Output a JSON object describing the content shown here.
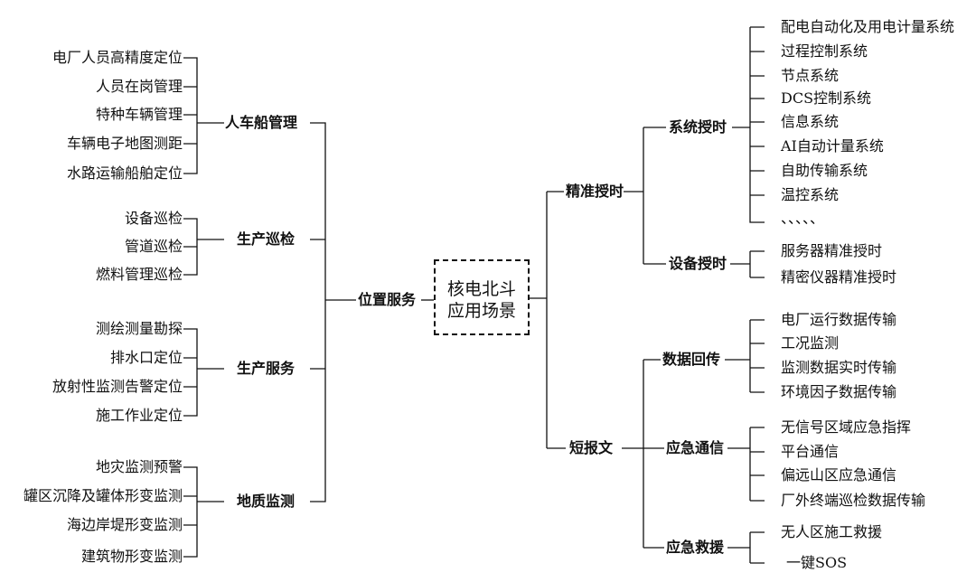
{
  "center": {
    "line1": "核电北斗",
    "line2": "应用场景"
  },
  "left": {
    "root": "位置服务",
    "groups": [
      {
        "label": "人车船管理",
        "items": [
          "电厂人员高精度定位",
          "人员在岗管理",
          "特种车辆管理",
          "车辆电子地图测距",
          "水路运输船舶定位"
        ]
      },
      {
        "label": "生产巡检",
        "items": [
          "设备巡检",
          "管道巡检",
          "燃料管理巡检"
        ]
      },
      {
        "label": "生产服务",
        "items": [
          "测绘测量勘探",
          "排水口定位",
          "放射性监测告警定位",
          "施工作业定位"
        ]
      },
      {
        "label": "地质监测",
        "items": [
          "地灾监测预警",
          "罐区沉降及罐体形变监测",
          "海边岸堤形变监测",
          "建筑物形变监测"
        ]
      }
    ]
  },
  "right": {
    "branches": [
      {
        "label": "精准授时",
        "groups": [
          {
            "label": "系统授时",
            "items": [
              "配电自动化及用电计量系统",
              "过程控制系统",
              "节点系统",
              "DCS控制系统",
              "信息系统",
              "AI自动计量系统",
              "自助传输系统",
              "温控系统",
              "、、、、、"
            ]
          },
          {
            "label": "设备授时",
            "items": [
              "服务器精准授时",
              "精密仪器精准授时"
            ]
          }
        ]
      },
      {
        "label": "短报文",
        "groups": [
          {
            "label": "数据回传",
            "items": [
              "电厂运行数据传输",
              "工况监测",
              "监测数据实时传输",
              "环境因子数据传输"
            ]
          },
          {
            "label": "应急通信",
            "items": [
              "无信号区域应急指挥",
              "平台通信",
              "偏远山区应急通信",
              "厂外终端巡检数据传输"
            ]
          },
          {
            "label": "应急救援",
            "items": [
              "无人区施工救援",
              "一键SOS"
            ]
          }
        ]
      }
    ]
  }
}
